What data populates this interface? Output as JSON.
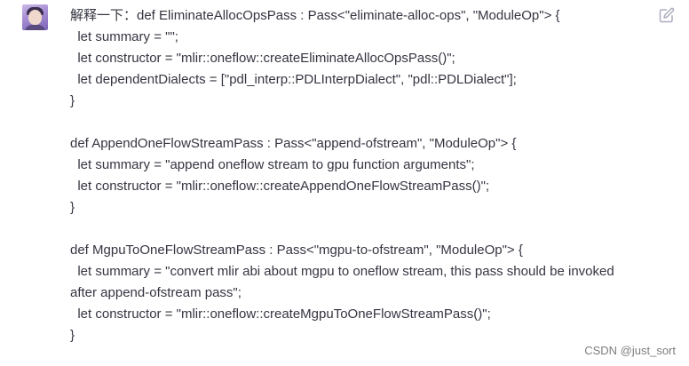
{
  "message": {
    "lines": [
      "解释一下：def EliminateAllocOpsPass : Pass<\"eliminate-alloc-ops\", \"ModuleOp\"> {",
      "  let summary = \"\";",
      "  let constructor = \"mlir::oneflow::createEliminateAllocOpsPass()\";",
      "  let dependentDialects = [\"pdl_interp::PDLInterpDialect\", \"pdl::PDLDialect\"];",
      "}",
      "",
      "def AppendOneFlowStreamPass : Pass<\"append-ofstream\", \"ModuleOp\"> {",
      "  let summary = \"append oneflow stream to gpu function arguments\";",
      "  let constructor = \"mlir::oneflow::createAppendOneFlowStreamPass()\";",
      "}",
      "",
      "def MgpuToOneFlowStreamPass : Pass<\"mgpu-to-ofstream\", \"ModuleOp\"> {",
      "  let summary = \"convert mlir abi about mgpu to oneflow stream, this pass should be invoked",
      "after append-ofstream pass\";",
      "  let constructor = \"mlir::oneflow::createMgpuToOneFlowStreamPass()\";",
      "}"
    ]
  },
  "watermark": "CSDN @just_sort",
  "icons": {
    "avatar": "user-avatar",
    "edit": "edit-icon"
  },
  "colors": {
    "text": "#343541",
    "icon": "#acacbe",
    "watermark": "#7d7d7d"
  }
}
